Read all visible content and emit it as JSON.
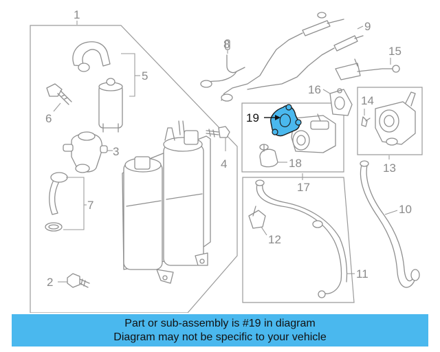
{
  "callouts": [
    "1",
    "2",
    "3",
    "4",
    "5",
    "6",
    "7",
    "8",
    "9",
    "10",
    "11",
    "12",
    "13",
    "14",
    "15",
    "16",
    "17",
    "18",
    "19"
  ],
  "highlighted_part": "19",
  "colors": {
    "highlight": "#4ab8ee",
    "banner": "#4ab8ee",
    "line": "#8f8f8f"
  },
  "banner": {
    "line1": "Part or sub-assembly is #19 in diagram",
    "line2": "Diagram may not be specific to your vehicle"
  }
}
